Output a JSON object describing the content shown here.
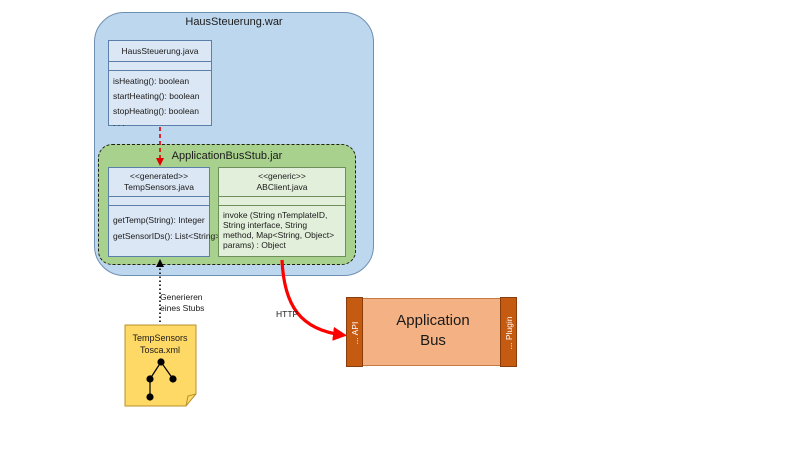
{
  "war": {
    "title": "HausSteuerung.war"
  },
  "haus_class": {
    "name": "HausSteuerung.java",
    "operations": [
      "isHeating(): boolean",
      "startHeating(): boolean",
      "stopHeating(): boolean",
      ". . ."
    ]
  },
  "stub": {
    "title": "ApplicationBusStub.jar"
  },
  "temp_class": {
    "stereotype": "<<generated>>",
    "name": "TempSensors.java",
    "operations": [
      "getTemp(String): Integer",
      "getSensorIDs(): List<String>"
    ]
  },
  "ab_class": {
    "stereotype": "<<generic>>",
    "name": "ABClient.java",
    "operations": [
      "invoke (String nTemplateID,",
      "String interface, String",
      "method, Map<String, Object>",
      "params) : Object"
    ]
  },
  "bus": {
    "line1": "Application",
    "line2": "Bus",
    "api_port": "... API",
    "plugin_port": "... Plugin"
  },
  "edges": {
    "generate_line1": "Generieren",
    "generate_line2": "eines Stubs",
    "http": "HTTP"
  },
  "note": {
    "line1": "TempSensors",
    "line2": "Tosca.xml"
  },
  "colors": {
    "war_fill": "#bdd7ee",
    "stub_fill": "#a9d18e",
    "bus_fill": "#f4b183",
    "port_fill": "#c55a11",
    "note_fill": "#ffd966",
    "arrow_red": "#ff0000"
  }
}
